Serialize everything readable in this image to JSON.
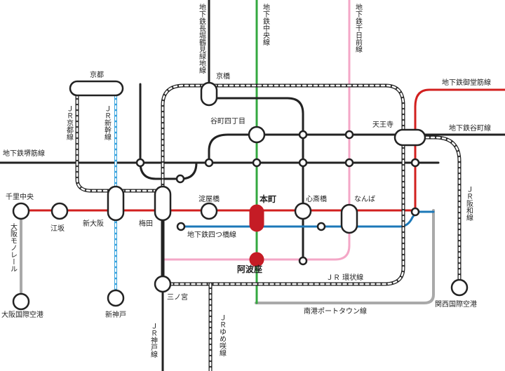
{
  "colors": {
    "black": "#222222",
    "red": "#d2201f",
    "green": "#33a83f",
    "pink": "#f4a7c7",
    "blue": "#1c78b8",
    "lightblue": "#3aa4de",
    "gray": "#a9a9a9",
    "jr_dash": "#222222",
    "highlight": "#c51c25"
  },
  "lines": {
    "sakaisuji": "地下鉄堺筋線",
    "nagahori": "地下鉄長堀鶴見緑地線",
    "chuo": "地下鉄中央線",
    "sennichimae": "地下鉄千日前線",
    "midosuji": "地下鉄御堂筋線",
    "tanimachi": "地下鉄谷町線",
    "yotsubashi": "地下鉄四つ橋線",
    "kanjo": "ＪＲ 環状線",
    "hanwa": "ＪＲ阪和線",
    "kyoto": "ＪＲ京都線",
    "shinkansen": "ＪＲ新幹線",
    "kobe": "ＪＲ神戸線",
    "yumesaki": "ＪＲゆめ咲線",
    "monorail": "大阪モノレール",
    "nanko": "南港ポートタウン線"
  },
  "stations": {
    "kyoto": "京都",
    "kyobashi": "京橋",
    "tanimachi4": "谷町四丁目",
    "tennoji": "天王寺",
    "senri": "千里中央",
    "esaka": "江坂",
    "shinosaka": "新大阪",
    "umeda": "梅田",
    "yodoyabashi": "淀屋橋",
    "honmachi": "本町",
    "shinsaibashi": "心斎橋",
    "namba": "なんば",
    "awaza": "阿波座",
    "bentencho": "三ノ宮",
    "itami": "大阪国際空港",
    "shinkobe": "新神戸",
    "kix": "関西国際空港"
  }
}
